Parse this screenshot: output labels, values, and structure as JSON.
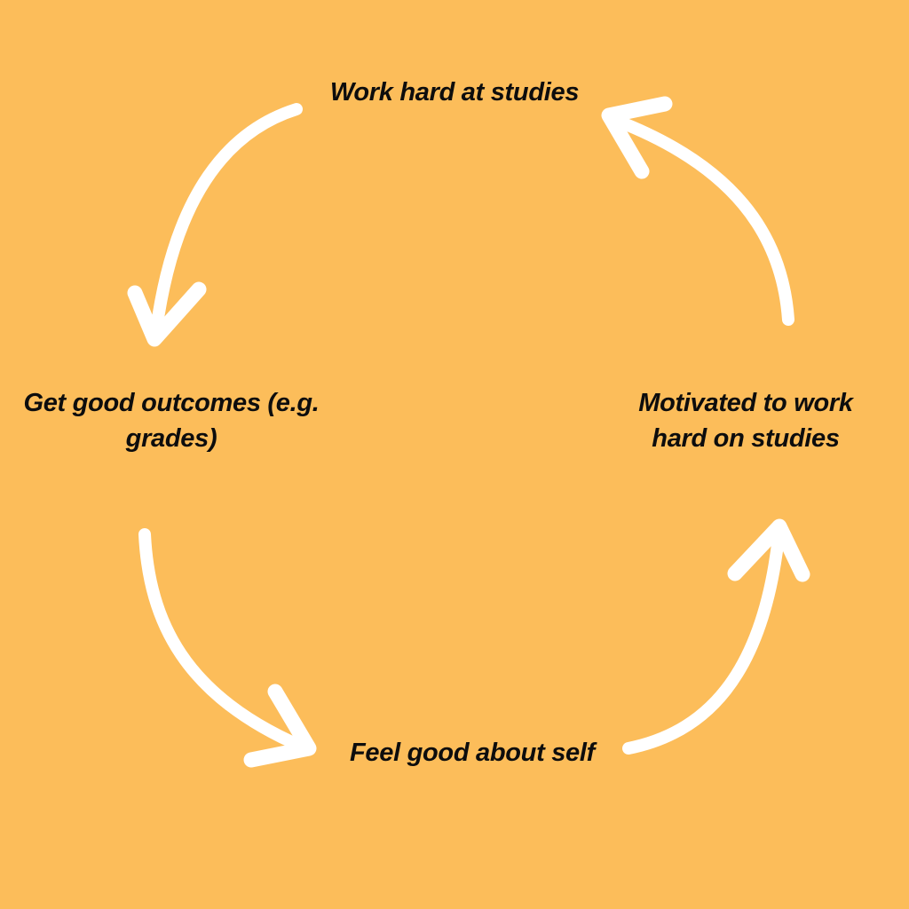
{
  "colors": {
    "background": "#FCBD5A",
    "text": "#0D0D0D",
    "arrow": "#FFFFFF"
  },
  "diagram": {
    "type": "cycle",
    "nodes": {
      "top": {
        "label": "Work hard at studies",
        "lines": [
          "Work hard at studies"
        ]
      },
      "left": {
        "label": "Get good outcomes (e.g. grades)",
        "lines": [
          "Get good outcomes (e.g.",
          "grades)"
        ]
      },
      "bottom": {
        "label": "Feel good about self",
        "lines": [
          "Feel good about self"
        ]
      },
      "right": {
        "label": "Motivated to work hard on studies",
        "lines": [
          "Motivated to work",
          "hard on studies"
        ]
      }
    },
    "edges": [
      {
        "from": "Work hard at studies",
        "to": "Get good outcomes (e.g. grades)"
      },
      {
        "from": "Get good outcomes (e.g. grades)",
        "to": "Feel good about self"
      },
      {
        "from": "Feel good about self",
        "to": "Motivated to work hard on studies"
      },
      {
        "from": "Motivated to work hard on studies",
        "to": "Work hard at studies"
      }
    ]
  }
}
